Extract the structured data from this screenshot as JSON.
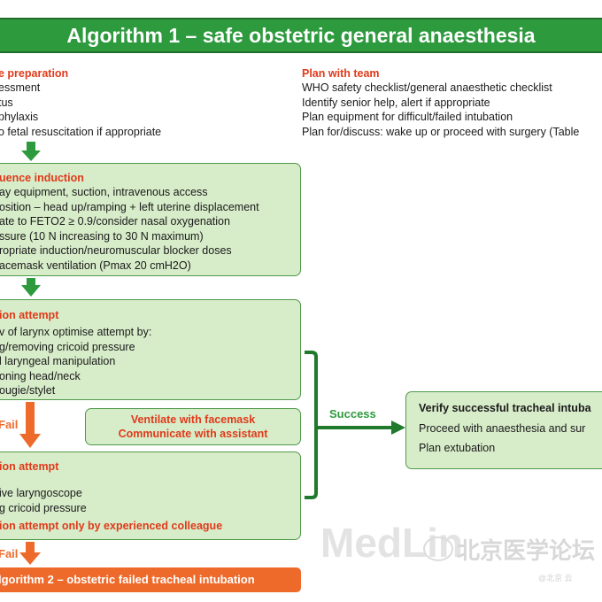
{
  "title": "Algorithm 1 – safe obstetric general anaesthesia",
  "pre_induction": {
    "heading": "e preparation",
    "lines": [
      "essment",
      "tus",
      "phylaxis",
      "o fetal resuscitation if appropriate"
    ]
  },
  "plan_team": {
    "heading": "Plan with team",
    "lines": [
      "WHO safety checklist/general anaesthetic checklist",
      "Identify senior help, alert if appropriate",
      "Plan equipment for difficult/failed intubation",
      "Plan for/discuss: wake up or proceed with surgery (Table"
    ]
  },
  "induction": {
    "heading": "uence induction",
    "lines": [
      "ay equipment, suction, intravenous access",
      "osition – head up/ramping + left uterine displacement",
      "ate to FETO2 ≥ 0.9/consider nasal oxygenation",
      "ssure (10 N increasing to 30 N maximum)",
      "ropriate induction/neuromuscular blocker doses",
      "acemask ventilation (Pmax 20 cmH2O)"
    ]
  },
  "first_attempt": {
    "heading": "ion attempt",
    "lines": [
      "v of larynx optimise attempt by:",
      "g/removing cricoid pressure",
      "l laryngeal manipulation",
      "oning head/neck",
      "ougie/stylet"
    ]
  },
  "fail_label_1": "Fail",
  "ventilate_box": {
    "line1": "Ventilate with facemask",
    "line2": "Communicate with assistant"
  },
  "second_attempt": {
    "heading": "ion attempt",
    "lines": [
      "ive laryngoscope",
      "g cricoid pressure"
    ],
    "footer": "ion attempt only by experienced colleague"
  },
  "fail_label_2": "Fail",
  "algorithm2": "lgorithm 2 – obstetric failed tracheal intubation",
  "success_label": "Success",
  "verify": {
    "heading": "Verify successful tracheal intuba",
    "lines": [
      "Proceed with anaesthesia and sur",
      "Plan extubation"
    ]
  },
  "watermark": {
    "text": "MedLin",
    "chinese": "北京医学论坛",
    "caption": "@北京  云"
  },
  "colors": {
    "green": "#2e9a3e",
    "box_fill": "#d7ecc9",
    "red_text": "#e03a1a",
    "orange": "#ee6a2a"
  }
}
